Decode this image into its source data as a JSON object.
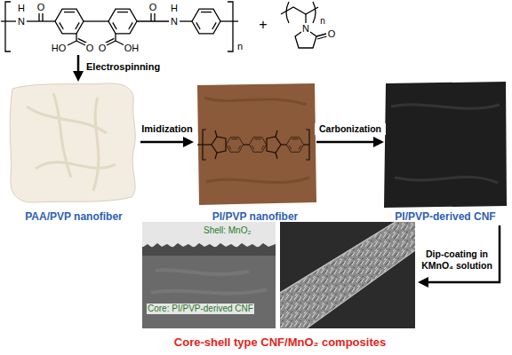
{
  "diagram": {
    "nodes": [
      {
        "text": [
          "H",
          "N",
          "O",
          "HO",
          "O",
          "O",
          "OH",
          "O",
          "H",
          "N",
          "n",
          "+",
          "n",
          "N",
          "O"
        ]
      },
      {
        "text": [
          "PAA/PVP nanofiber"
        ]
      },
      {
        "text": [
          "PI/PVP nanofiber"
        ]
      },
      {
        "text": [
          "PI/PVP-derived CNF"
        ]
      },
      {
        "text": [
          "Core-shell type CNF/MnO₂ composites"
        ]
      },
      {
        "text": [
          "Shell: MnO₂",
          "Core: PI/PVP-derived CNF"
        ],
        "in": 4
      }
    ],
    "edges": [
      {
        "from": 0,
        "to": 1,
        "arrow": "to",
        "label": "Electrospinning"
      },
      {
        "from": 1,
        "to": 2,
        "arrow": "to",
        "label": "Imidization"
      },
      {
        "from": 2,
        "to": 3,
        "arrow": "to",
        "label": "Carbonization"
      },
      {
        "from": 3,
        "to": 4,
        "arrow": "to",
        "label": "Dip-coating in KMnO₄ solution"
      }
    ]
  }
}
